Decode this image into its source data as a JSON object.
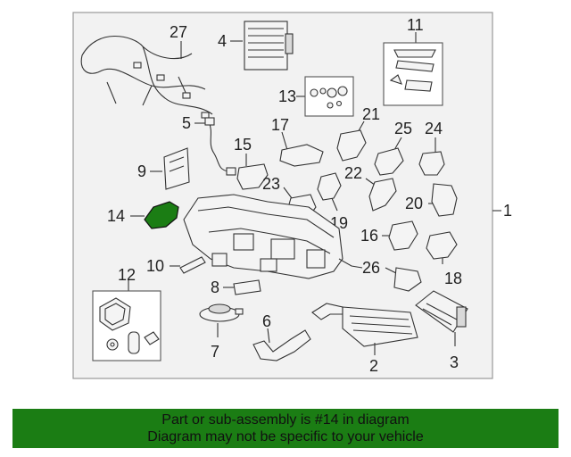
{
  "diagram": {
    "highlight_color": "#1b7d14",
    "callouts": {
      "c1": "1",
      "c2": "2",
      "c3": "3",
      "c4": "4",
      "c5": "5",
      "c6": "6",
      "c7": "7",
      "c8": "8",
      "c9": "9",
      "c10": "10",
      "c11": "11",
      "c12": "12",
      "c13": "13",
      "c14": "14",
      "c15": "15",
      "c16": "16",
      "c17": "17",
      "c18": "18",
      "c19": "19",
      "c20": "20",
      "c21": "21",
      "c22": "22",
      "c23": "23",
      "c24": "24",
      "c25": "25",
      "c26": "26",
      "c27": "27"
    }
  },
  "banner": {
    "color": "#1b7d14",
    "line1": "Part or sub-assembly is #14 in diagram",
    "line2": "Diagram may not be specific to your vehicle"
  }
}
